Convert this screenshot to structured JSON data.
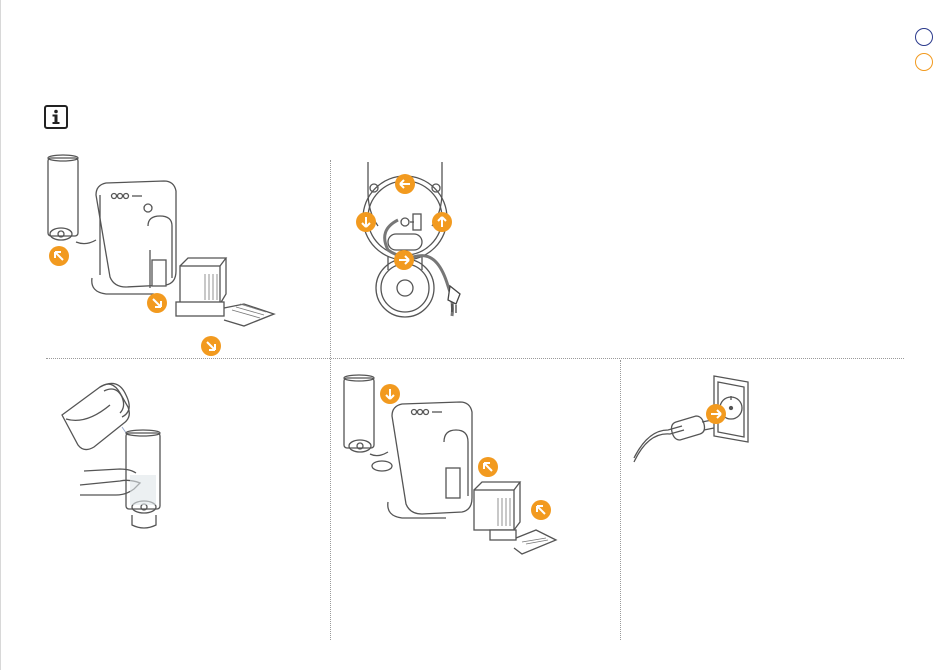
{
  "page": {
    "background": "#ffffff",
    "accent_color": "#f29a1f",
    "line_color": "#555555"
  },
  "header": {
    "language_markers": [
      {
        "icon": "blue-circle-icon",
        "color": "#2b3a8c"
      },
      {
        "icon": "orange-circle-icon",
        "color": "#f29a1f"
      }
    ],
    "info_icon": "info-icon"
  },
  "steps": [
    {
      "icon": "machine-disassembly-illustration",
      "arrows": [
        "arrow-water-tank-remove",
        "arrow-drip-tray-remove",
        "arrow-capsule-container-remove"
      ]
    },
    {
      "icon": "cable-wrap-underside-illustration",
      "arrows": [
        "arrow-left",
        "arrow-down",
        "arrow-up",
        "arrow-right"
      ]
    },
    {
      "icon": "fill-water-tank-illustration",
      "arrows": []
    },
    {
      "icon": "machine-reassembly-illustration",
      "arrows": [
        "arrow-water-tank-insert",
        "arrow-drip-tray-insert",
        "arrow-capsule-container-insert"
      ]
    },
    {
      "icon": "plug-into-socket-illustration",
      "arrows": [
        "arrow-plug-in"
      ]
    }
  ]
}
